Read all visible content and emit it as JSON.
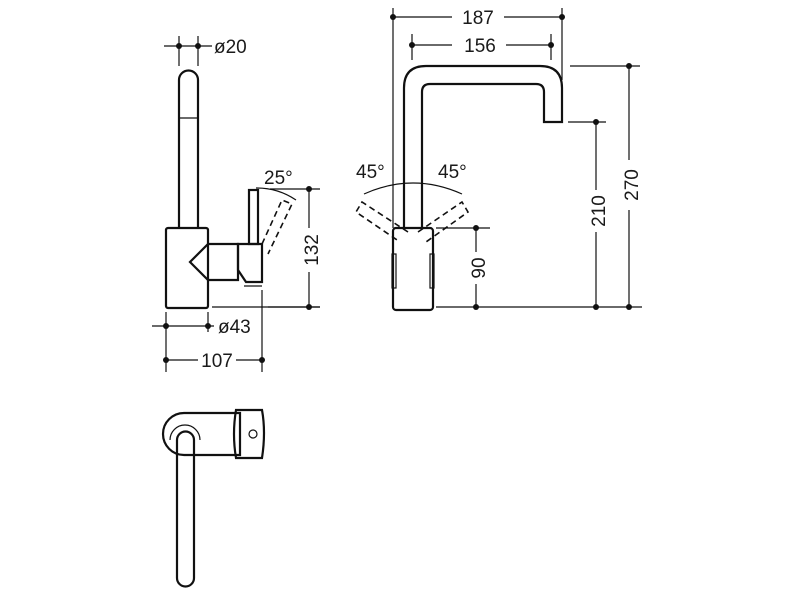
{
  "labels": {
    "side_pipe_diameter": "ø20",
    "side_lever_angle": "25°",
    "side_height": "132",
    "side_base_diameter": "ø43",
    "side_depth": "107",
    "front_reach": "187",
    "front_spout_width": "156",
    "front_angle_left": "45°",
    "front_angle_right": "45°",
    "front_body_height": "90",
    "front_outlet_height": "210",
    "front_total_height": "270"
  }
}
